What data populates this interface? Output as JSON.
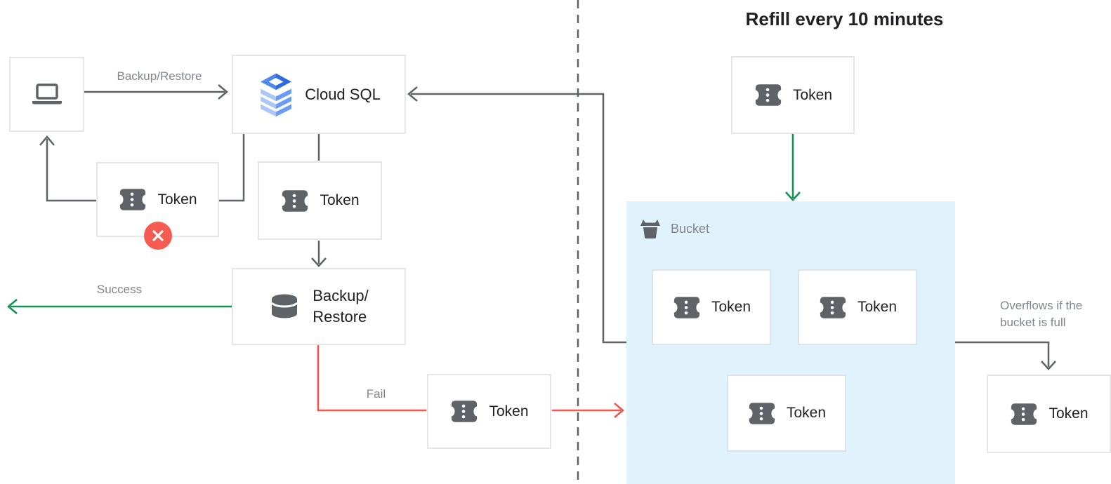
{
  "diagram": {
    "title": "Refill every 10 minutes",
    "token_label": "Token",
    "cloud_sql_label": "Cloud SQL",
    "backup_restore_box": {
      "line1": "Backup/",
      "line2": "Restore"
    },
    "bucket_label": "Bucket",
    "edge_labels": {
      "backup_restore": "Backup/Restore",
      "success": "Success",
      "fail": "Fail",
      "overflow_line1": "Overflows if the",
      "overflow_line2": "bucket is full"
    },
    "colors": {
      "green": "#0f9152",
      "red": "#f4544c",
      "line_gray": "#5f6368",
      "icon_gray": "#5f6368",
      "bucket_bg": "#e0f3fc",
      "badge_red": "#f65b51",
      "sql_ring_left": "#4e87ee",
      "sql_ring_right": "#2e6be2",
      "sql_stripe_light": "#aac7f9",
      "sql_stripe_mid": "#689cf7"
    }
  }
}
